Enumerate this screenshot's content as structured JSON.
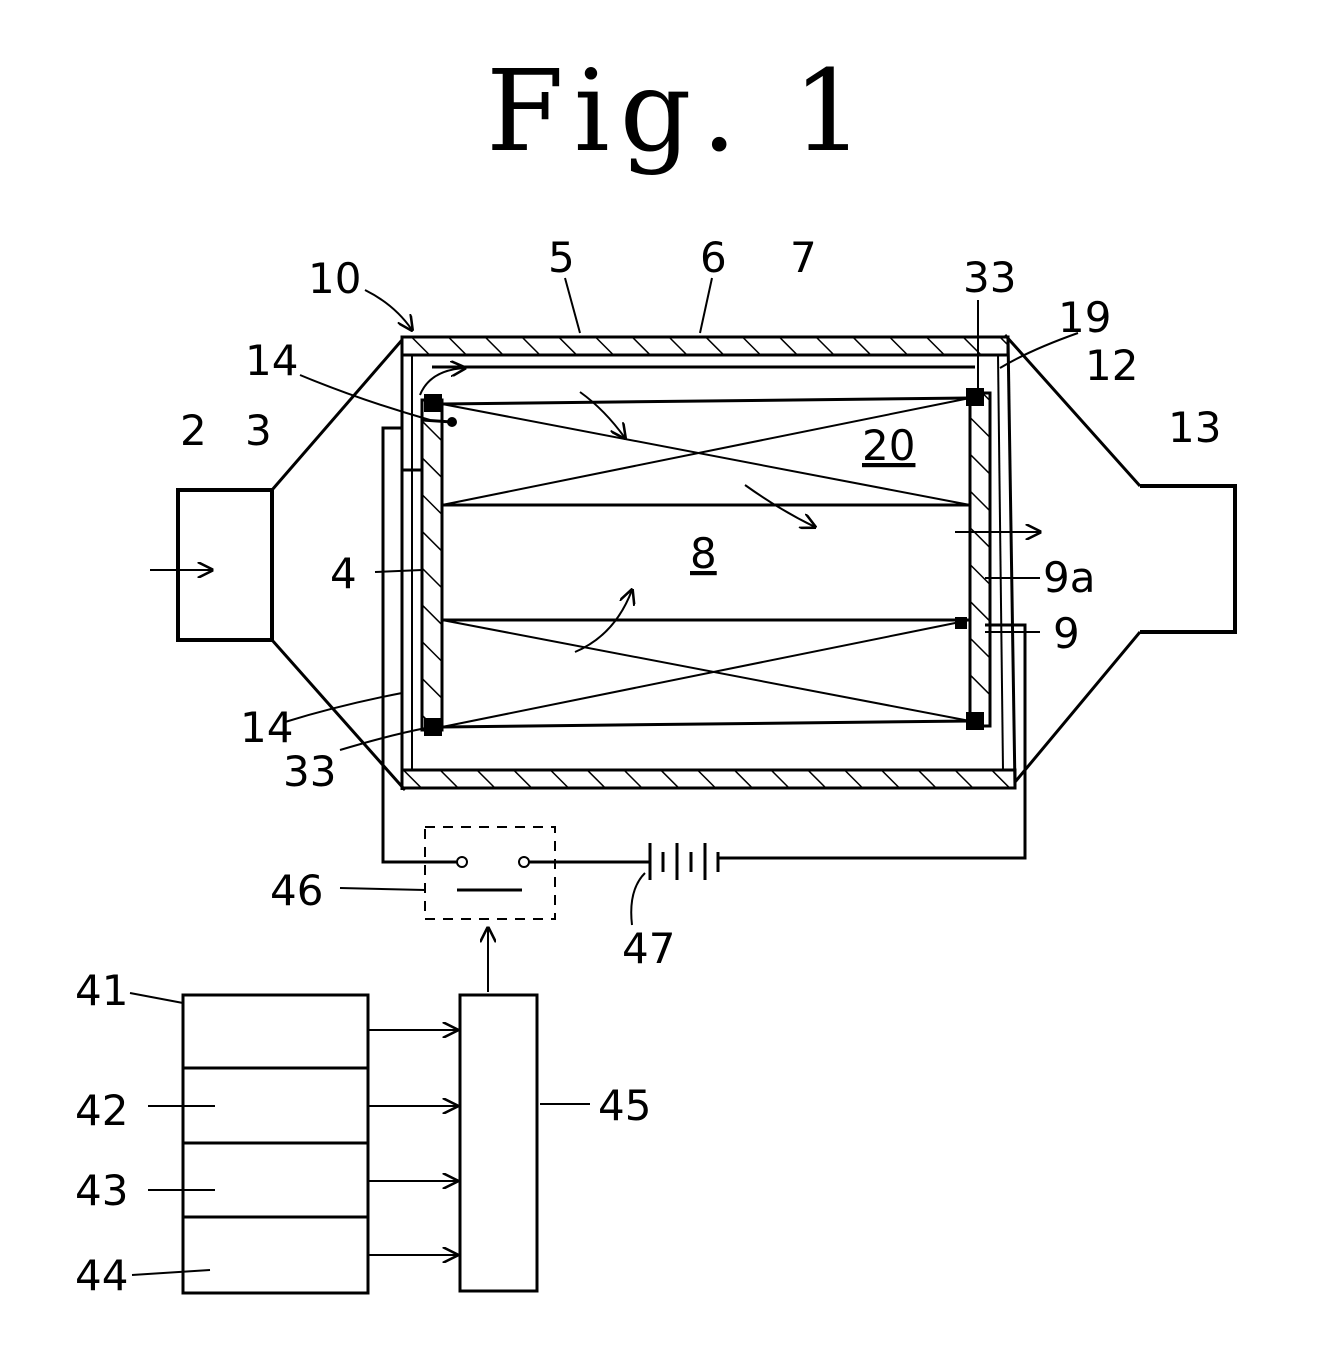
{
  "figure": {
    "title": "Fig. 1",
    "labels": {
      "l10": "10",
      "l5": "5",
      "l6": "6",
      "l7": "7",
      "l33_top": "33",
      "l19": "19",
      "l14_top": "14",
      "l12": "12",
      "l2": "2",
      "l3": "3",
      "l20": "20",
      "l13": "13",
      "l4": "4",
      "l8": "8",
      "l9a": "9a",
      "l9": "9",
      "l14_bottom": "14",
      "l33_bottom": "33",
      "l46": "46",
      "l47": "47",
      "l41": "41",
      "l42": "42",
      "l43": "43",
      "l44": "44",
      "l45": "45"
    }
  }
}
